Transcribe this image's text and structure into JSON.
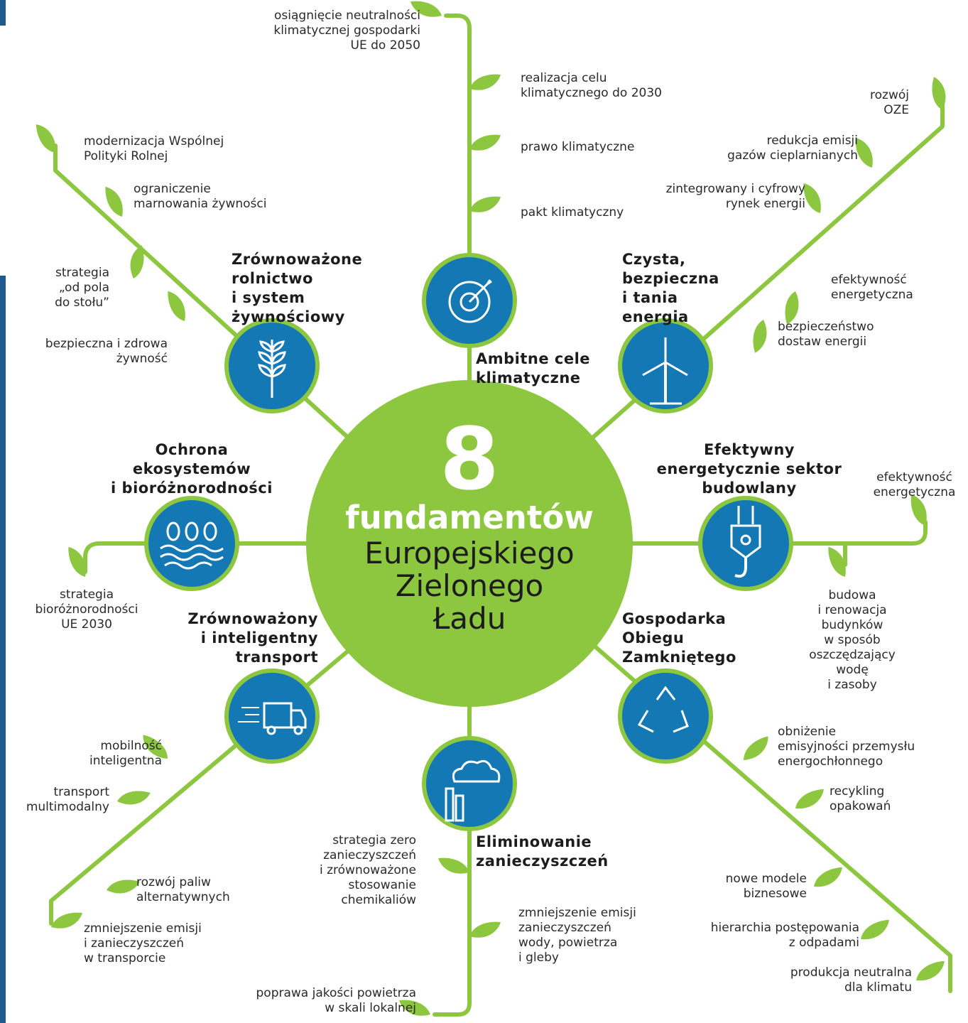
{
  "center": {
    "number": "8",
    "line1": "fundamentów",
    "line2": "Europejskiego\nZielonego\nŁadu"
  },
  "colors": {
    "green": "#8dc63f",
    "blue": "#1478b4",
    "text": "#2a2a2a"
  },
  "pillars": [
    {
      "id": "climate",
      "title": "Ambitne cele\nklimatyczne",
      "icon": "target-icon",
      "items": [
        "osiągnięcie neutralności\nklimatycznej gospodarki\nUE do 2050",
        "realizacja celu\nklimatycznego do 2030",
        "prawo klimatyczne",
        "pakt klimatyczny"
      ]
    },
    {
      "id": "energy",
      "title": "Czysta,\nbezpieczna\ni tania\nenergia",
      "icon": "wind-turbine-icon",
      "items": [
        "rozwój\nOZE",
        "redukcja emisji\ngazów cieplarnianych",
        "zintegrowany i cyfrowy\nrynek energii",
        "efektywność\nenergetyczna",
        "bezpieczeństwo\ndostaw energii"
      ]
    },
    {
      "id": "building",
      "title": "Efektywny\nenergetycznie sektor\nbudowlany",
      "icon": "crane-hook-icon",
      "items": [
        "efektywność\nenergetyczna",
        "budowa\ni renowacja\nbudynków\nw sposób\noszczędzający\nwodę\ni zasoby"
      ]
    },
    {
      "id": "circular",
      "title": "Gospodarka\nObiegu\nZamkniętego",
      "icon": "recycle-icon",
      "items": [
        "obniżenie\nemisyjności przemysłu\nenergochłonnego",
        "recykling\nopakowań",
        "nowe modele\nbiznesowe",
        "hierarchia postępowania\nz odpadami",
        "produkcja neutralna\ndla klimatu"
      ]
    },
    {
      "id": "pollution",
      "title": "Eliminowanie\nzanieczyszczeń",
      "icon": "factory-cloud-icon",
      "items": [
        "strategia zero\nzanieczyszczeń\ni zrównoważone\nstosowanie\nchemikaliów",
        "zmniejszenie emisji\nzanieczyszczeń\nwody, powietrza\ni gleby",
        "poprawa jakości powietrza\nw skali lokalnej"
      ]
    },
    {
      "id": "transport",
      "title": "Zrównoważony\ni inteligentny\ntransport",
      "icon": "truck-icon",
      "items": [
        "mobilność\ninteligentna",
        "transport\nmultimodalny",
        "rozwój paliw\nalternatywnych",
        "zmniejszenie emisji\ni zanieczyszczeń\nw transporcie"
      ]
    },
    {
      "id": "biodiversity",
      "title": "Ochrona\nekosystemów\ni bioróżnorodności",
      "icon": "trees-water-icon",
      "items": [
        "strategia\nbioróżnorodności\nUE 2030"
      ]
    },
    {
      "id": "agriculture",
      "title": "Zrównoważone\nrolnictwo\ni system\nżywnościowy",
      "icon": "wheat-icon",
      "items": [
        "modernizacja Wspólnej\nPolityki Rolnej",
        "ograniczenie\nmarnowania żywności",
        "strategia\n„od pola\ndo stołu”",
        "bezpieczna i zdrowa\nżywność"
      ]
    }
  ]
}
